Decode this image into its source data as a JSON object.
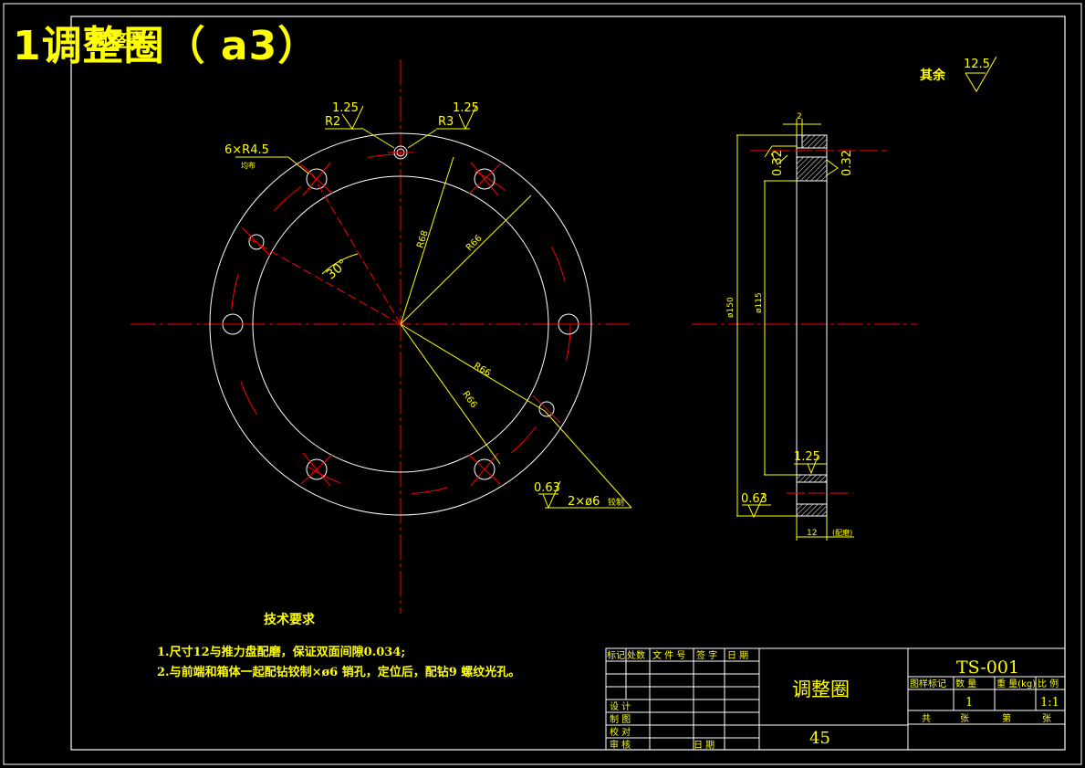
{
  "header": {
    "title": "1调整圈（ a3）",
    "overlay": "调整圈"
  },
  "roughness": {
    "rest_label": "其余",
    "rest_value": "12.5",
    "r2_value": "1.25",
    "r3_value": "1.25",
    "hole_value": "0.63",
    "side_top": "0.32",
    "side_top_right": "0.32",
    "side_mid": "1.25",
    "side_bottom": "0.63"
  },
  "front_view": {
    "r2": "R2",
    "r3": "R3",
    "holes_note": "6×R4.5",
    "holes_sub": "均布",
    "angle": "30°",
    "radius_r68": "R68",
    "radius_r66a": "R66",
    "radius_r66b": "R66",
    "radius_r66c": "R66",
    "pin_note": "2×ø6",
    "pin_sub": "铰制"
  },
  "side_view": {
    "dim_top": "2",
    "dim_outer": "ø150",
    "dim_inner": "ø115",
    "dim_width": "12",
    "dim_width_note": "(配磨)"
  },
  "tech_requirements": {
    "title": "技术要求",
    "items": [
      "1.尺寸12与推力盘配磨，保证双面间隙0.034;",
      "2.与前端和箱体一起配钻铰制×ø6  销孔，定位后，配钻9   螺纹光孔。"
    ]
  },
  "title_block": {
    "revision_headers": [
      "标记",
      "处数",
      "文 件 号",
      "签  字",
      "日  期"
    ],
    "sign_rows": [
      "设  计",
      "制  图",
      "校  对",
      "审  核"
    ],
    "date_label": "日  期",
    "part_name": "调整圈",
    "material": "45",
    "drawing_no": "TS-001",
    "attr_headers": [
      "图样标记",
      "数  量",
      "重  量(kg)",
      "比  例"
    ],
    "quantity": "1",
    "scale": "1:1",
    "sheet_labels": [
      "共",
      "张",
      "第",
      "张"
    ]
  },
  "colors": {
    "background": "#000000",
    "frame": "#ffffff",
    "center_line": "#ff0000",
    "dimension": "#ffff00",
    "text": "#ffff00"
  }
}
